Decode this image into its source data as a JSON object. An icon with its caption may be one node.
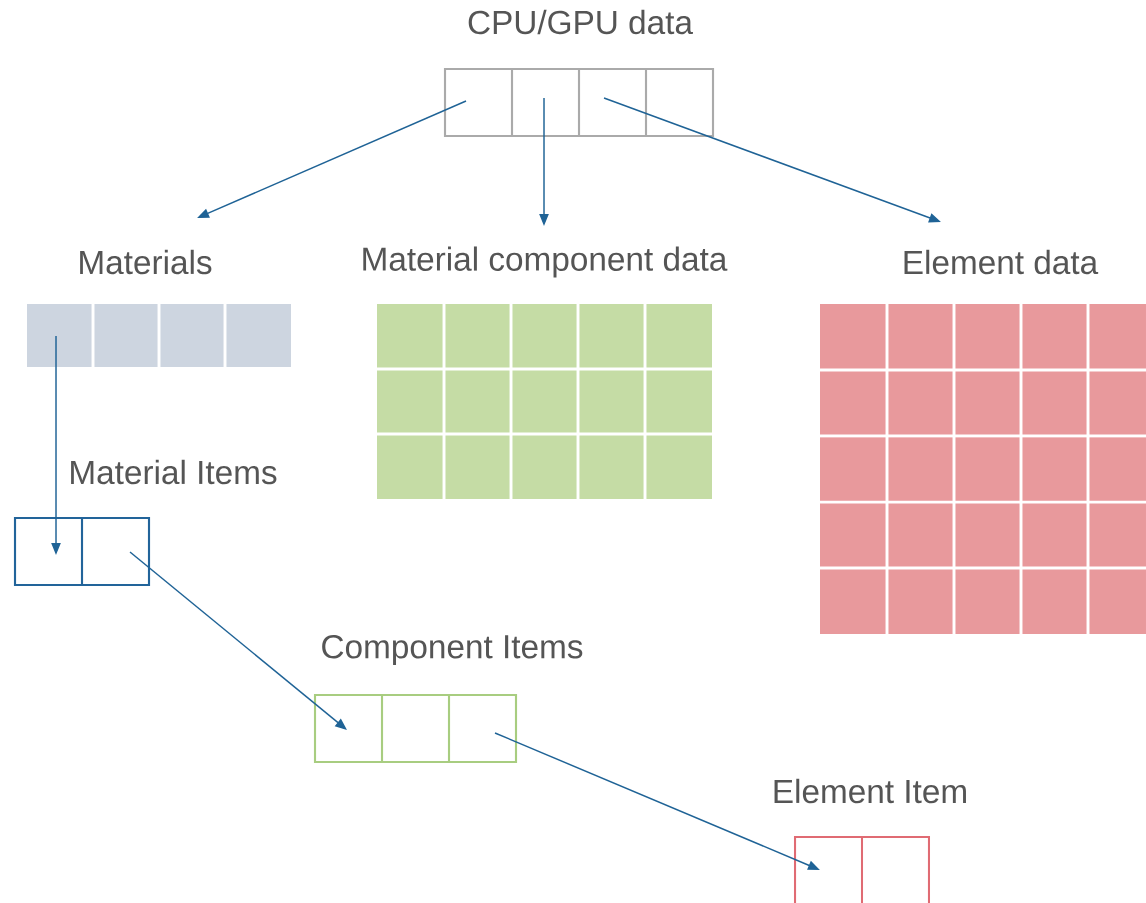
{
  "diagram": {
    "nodes": [
      {
        "text": [
          "CPU/GPU data"
        ]
      },
      {
        "text": [
          "Materials"
        ]
      },
      {
        "text": [
          "Material component data"
        ]
      },
      {
        "text": [
          "Element data"
        ]
      },
      {
        "text": [
          "Material Items"
        ]
      },
      {
        "text": [
          "Component Items"
        ]
      },
      {
        "text": [
          "Element Item"
        ]
      }
    ],
    "edges": [
      {
        "from": 0,
        "to": 1,
        "arrow": "to"
      },
      {
        "from": 0,
        "to": 2,
        "arrow": "to"
      },
      {
        "from": 0,
        "to": 3,
        "arrow": "to"
      },
      {
        "from": 1,
        "to": 4,
        "arrow": "to"
      },
      {
        "from": 4,
        "to": 5,
        "arrow": "to"
      },
      {
        "from": 5,
        "to": 6,
        "arrow": "to"
      }
    ]
  }
}
